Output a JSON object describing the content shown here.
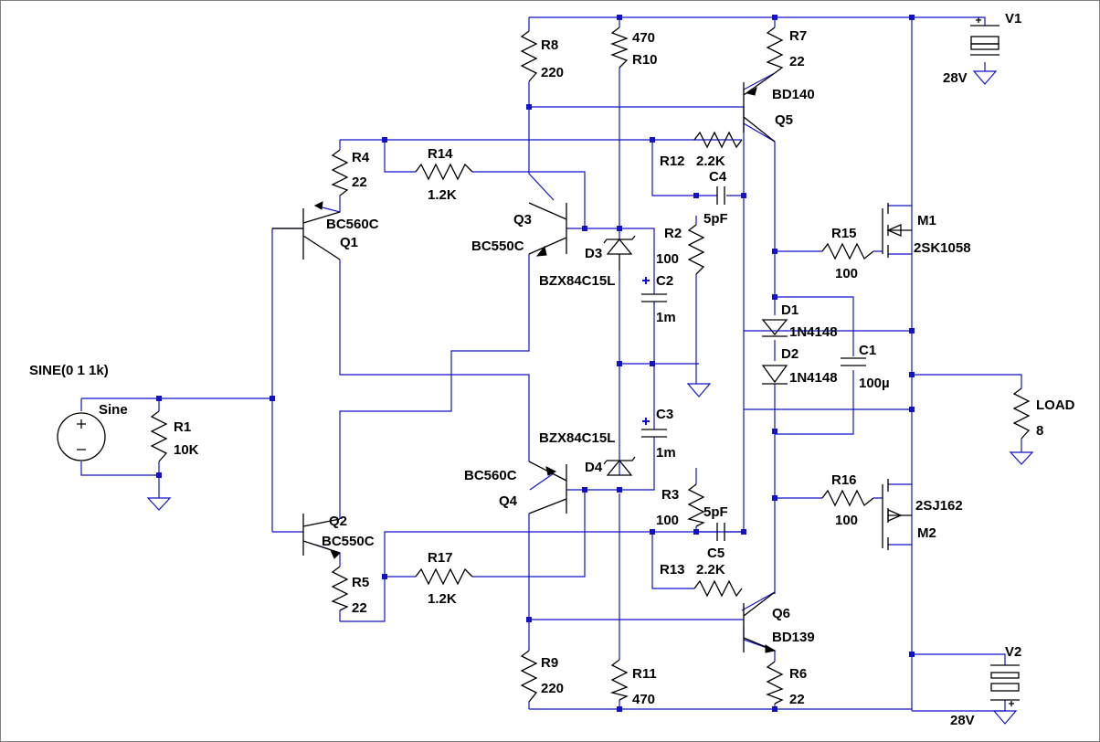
{
  "schematic": {
    "colors": {
      "wire": "#1212c8",
      "component": "#000000",
      "background": "#ffffff"
    },
    "labels": {
      "v1": "V1",
      "v1_val": "28V",
      "v2": "V2",
      "v2_val": "28V",
      "src_spec": "SINE(0 1 1k)",
      "src_name": "Sine",
      "r1": "R1",
      "r1_val": "10K",
      "r4": "R4",
      "r4_val": "22",
      "r5": "R5",
      "r5_val": "22",
      "r14": "R14",
      "r14_val": "1.2K",
      "r17": "R17",
      "r17_val": "1.2K",
      "r8": "R8",
      "r8_val": "220",
      "r9": "R9",
      "r9_val": "220",
      "r10": "R10",
      "r10_val": "470",
      "r11": "R11",
      "r11_val": "470",
      "r7": "R7",
      "r7_val": "22",
      "r6": "R6",
      "r6_val": "22",
      "r12": "R12",
      "r12_val": "2.2K",
      "r13": "R13",
      "r13_val": "2.2K",
      "r2": "R2",
      "r2_val": "100",
      "r3": "R3",
      "r3_val": "100",
      "r15": "R15",
      "r15_val": "100",
      "r16": "R16",
      "r16_val": "100",
      "c1": "C1",
      "c1_val": "100µ",
      "c2": "C2",
      "c2_val": "1m",
      "c3": "C3",
      "c3_val": "1m",
      "c4": "C4",
      "c4_val": "5pF",
      "c5": "C5",
      "c5_val": "5pF",
      "d1": "D1",
      "d1_val": "1N4148",
      "d2": "D2",
      "d2_val": "1N4148",
      "d3": "D3",
      "d3_val": "BZX84C15L",
      "d4": "D4",
      "d4_val": "BZX84C15L",
      "q1": "Q1",
      "q1_val": "BC560C",
      "q2": "Q2",
      "q2_val": "BC550C",
      "q3": "Q3",
      "q3_val": "BC550C",
      "q4": "Q4",
      "q4_val": "BC560C",
      "q5": "Q5",
      "q5_val": "BD140",
      "q6": "Q6",
      "q6_val": "BD139",
      "m1": "M1",
      "m1_val": "2SK1058",
      "m2": "M2",
      "m2_val": "2SJ162",
      "load": "LOAD",
      "load_val": "8"
    }
  }
}
